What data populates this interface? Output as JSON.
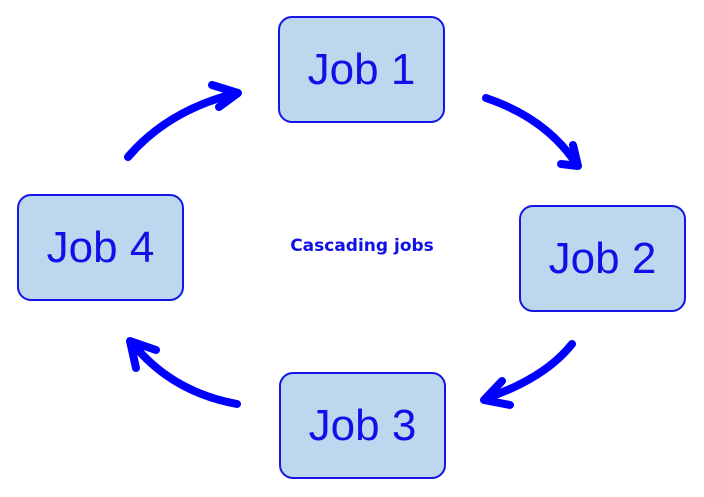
{
  "diagram": {
    "title": "Cascading jobs",
    "nodes": [
      {
        "id": "job1",
        "label": "Job 1"
      },
      {
        "id": "job2",
        "label": "Job 2"
      },
      {
        "id": "job3",
        "label": "Job 3"
      },
      {
        "id": "job4",
        "label": "Job 4"
      }
    ],
    "edges": [
      {
        "from": "job1",
        "to": "job2"
      },
      {
        "from": "job2",
        "to": "job3"
      },
      {
        "from": "job3",
        "to": "job4"
      },
      {
        "from": "job4",
        "to": "job1"
      }
    ],
    "colors": {
      "node_fill": "#bdd7ee",
      "node_border": "#1515e6",
      "text": "#1010e8",
      "arrow": "#0000ff"
    }
  }
}
